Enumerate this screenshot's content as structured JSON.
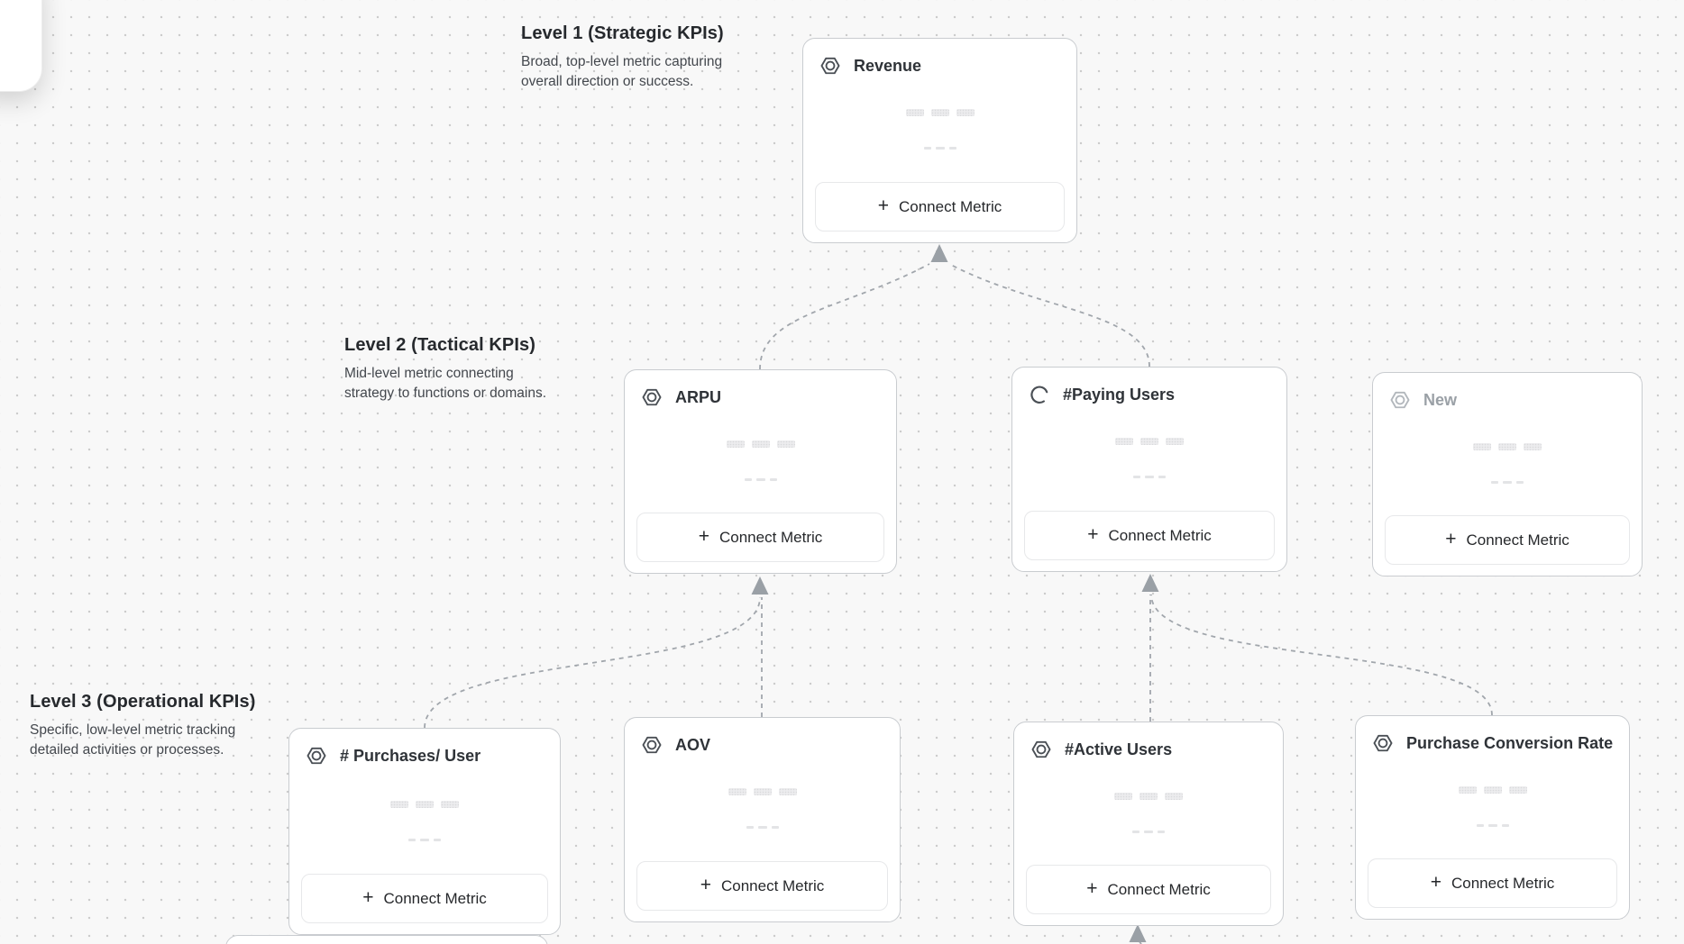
{
  "ui": {
    "connect_metric": "Connect Metric",
    "plus": "+"
  },
  "levels": [
    {
      "title": "Level 1 (Strategic KPIs)",
      "description": "Broad, top-level metric capturing overall direction or success."
    },
    {
      "title": "Level 2 (Tactical KPIs)",
      "description": "Mid-level metric connecting strategy to functions or domains."
    },
    {
      "title": "Level 3 (Operational KPIs)",
      "description": "Specific, low-level metric tracking detailed activities or processes."
    }
  ],
  "cards": [
    {
      "title": "Revenue",
      "icon": "metric-hexagon-icon",
      "level": 1
    },
    {
      "title": "ARPU",
      "icon": "metric-hexagon-icon",
      "level": 2
    },
    {
      "title": "#Paying Users",
      "icon": "loading-spinner-icon",
      "level": 2
    },
    {
      "title": "New",
      "icon": "metric-hexagon-icon",
      "level": 2,
      "state": "placeholder"
    },
    {
      "title": "# Purchases/ User",
      "icon": "metric-hexagon-icon",
      "level": 3
    },
    {
      "title": "AOV",
      "icon": "metric-hexagon-icon",
      "level": 3
    },
    {
      "title": "#Active Users",
      "icon": "metric-hexagon-icon",
      "level": 3
    },
    {
      "title": "Purchase Conversion Rate",
      "icon": "metric-hexagon-icon",
      "level": 3
    }
  ],
  "colors": {
    "connector": "#a1a6ac",
    "card_border": "#c9ccd0",
    "title_text": "#2f3338",
    "muted_text": "#9aa0a6",
    "canvas_bg": "#f8f8f8"
  }
}
